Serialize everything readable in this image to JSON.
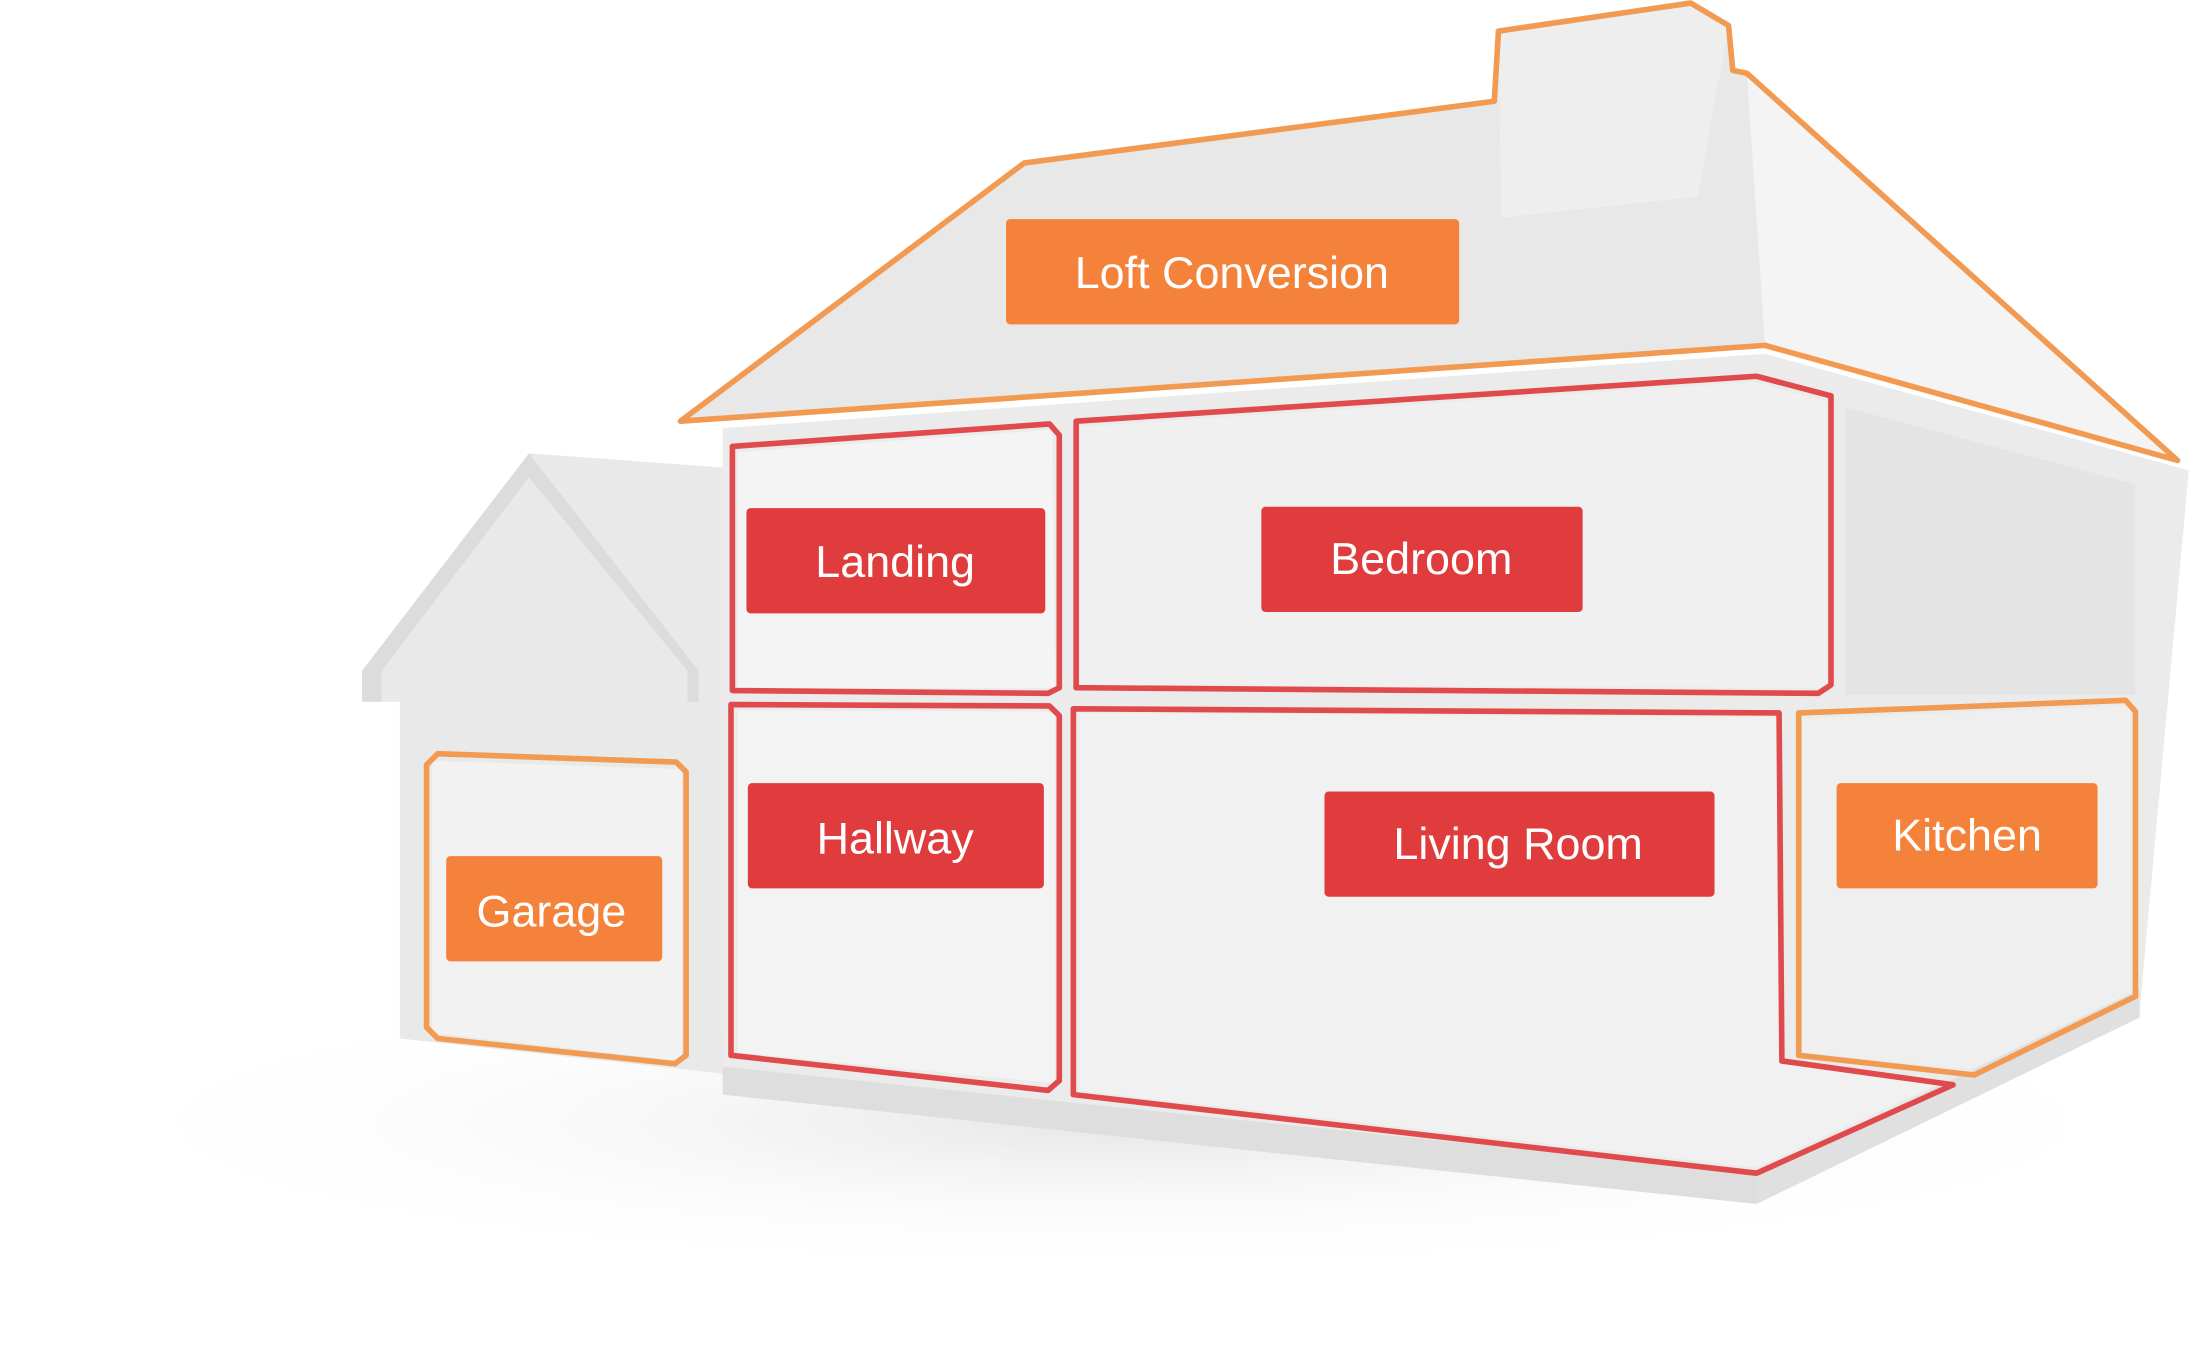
{
  "colors": {
    "orange": "#F4823A",
    "red": "#E03C3E",
    "orange_outline": "#F29A52",
    "red_outline": "#E04A4C",
    "wall": "#E8E8E8",
    "wall_light": "#F3F3F3"
  },
  "rooms": {
    "loft": {
      "label": "Loft Conversion",
      "color": "orange"
    },
    "landing": {
      "label": "Landing",
      "color": "red"
    },
    "bedroom": {
      "label": "Bedroom",
      "color": "red"
    },
    "hallway": {
      "label": "Hallway",
      "color": "red"
    },
    "living_room": {
      "label": "Living Room",
      "color": "red"
    },
    "kitchen": {
      "label": "Kitchen",
      "color": "orange"
    },
    "garage": {
      "label": "Garage",
      "color": "orange"
    }
  }
}
